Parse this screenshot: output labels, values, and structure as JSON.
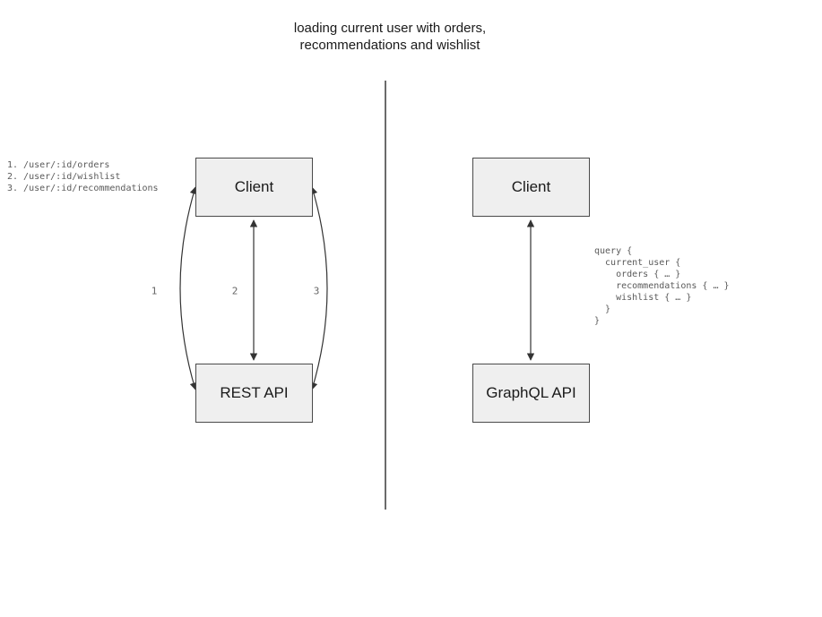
{
  "title": "loading current user with orders,\nrecommendations and wishlist",
  "rest_panel": {
    "endpoints": "1. /user/:id/orders\n2. /user/:id/wishlist\n3. /user/:id/recommendations",
    "client_label": "Client",
    "api_label": "REST API",
    "arrow_labels": [
      "1",
      "2",
      "3"
    ]
  },
  "graphql_panel": {
    "client_label": "Client",
    "api_label": "GraphQL API",
    "query": "query {\n  current_user {\n    orders { … }\n    recommendations { … }\n    wishlist { … }\n  }\n}"
  },
  "colors": {
    "box_fill": "#efefef",
    "box_border": "#4a4a4a",
    "arrow": "#333333",
    "mono_text": "#5a5a5a",
    "title_text": "#1a1a1a",
    "divider": "#6b6b6b"
  }
}
